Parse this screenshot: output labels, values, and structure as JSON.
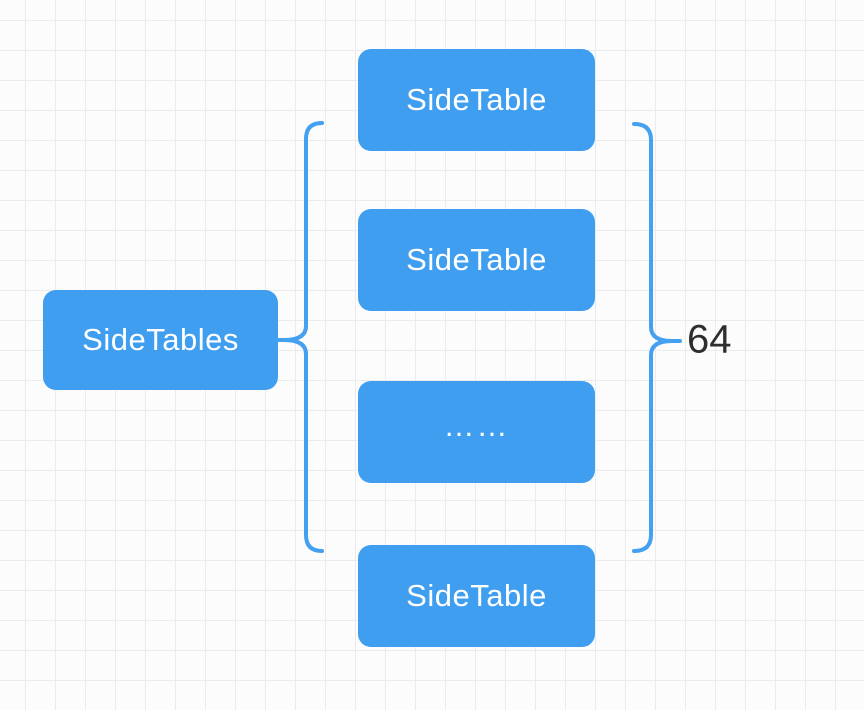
{
  "diagram": {
    "root": {
      "label": "SideTables"
    },
    "children": [
      {
        "label": "SideTable"
      },
      {
        "label": "SideTable"
      },
      {
        "label": "……"
      },
      {
        "label": "SideTable"
      }
    ],
    "count_label": "64",
    "colors": {
      "node_fill": "#409ef0",
      "node_text": "#ffffff",
      "brace": "#44a0f0",
      "count_text": "#2e2e2e",
      "background": "#fcfcfc",
      "grid_line": "#ebebeb"
    }
  }
}
